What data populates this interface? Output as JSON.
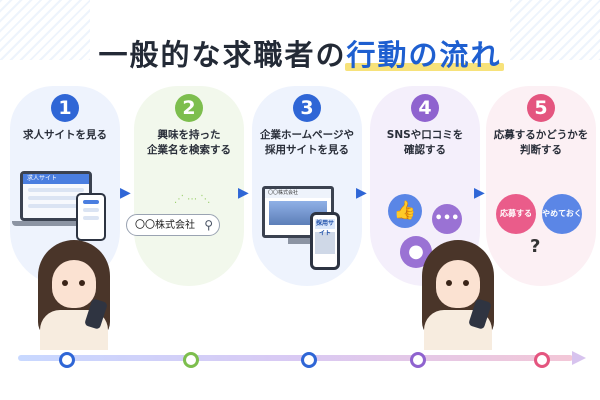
{
  "title": {
    "prefix": "一般的な求職者の",
    "highlight": "行動の流れ"
  },
  "steps": [
    {
      "num": "1",
      "label": "求人サイトを見る",
      "color": "#2f66d6",
      "tint": "#eef3fd"
    },
    {
      "num": "2",
      "label": "興味を持った\n企業名を検索する",
      "color": "#7dbe4e",
      "tint": "#f2f8ec"
    },
    {
      "num": "3",
      "label": "企業ホームページや\n採用サイトを見る",
      "color": "#2f66d6",
      "tint": "#eef3fd"
    },
    {
      "num": "4",
      "label": "SNSや口コミを\n確認する",
      "color": "#8f63cf",
      "tint": "#f4effb"
    },
    {
      "num": "5",
      "label": "応募するかどうかを\n判断する",
      "color": "#e4557f",
      "tint": "#fcf0f4"
    }
  ],
  "step1": {
    "site_label": "求人サイト"
  },
  "step2": {
    "search_text": "〇〇株式会社"
  },
  "step3": {
    "company_label": "〇〇株式会社",
    "recruit_label": "採用サイト"
  },
  "step5": {
    "apply_label": "応募する",
    "quit_label": "やめておく"
  },
  "icons": {
    "search": "search-icon",
    "like": "thumbs-up-icon",
    "chat": "chat-bubble-icon",
    "user": "user-icon",
    "question": "question-mark-icon",
    "arrow": "arrow-right-icon"
  }
}
